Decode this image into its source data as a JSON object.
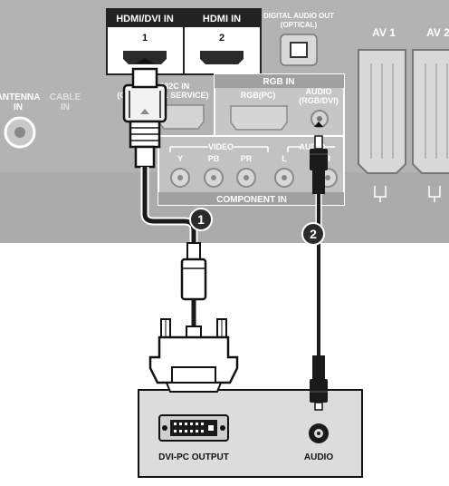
{
  "tv_panel": {
    "hdmi_dvi_in": {
      "label": "HDMI/DVI IN",
      "number": "1"
    },
    "hdmi_in": {
      "label": "HDMI IN",
      "number": "2"
    },
    "digital_audio_out": {
      "label_line1": "DIGITAL AUDIO OUT",
      "label_line2": "(OPTICAL)"
    },
    "av1": {
      "label": "AV 1"
    },
    "av2": {
      "label": "AV 2"
    },
    "antenna_in": {
      "label_line1": "ANTENNA",
      "label_line2": "IN"
    },
    "cable_in": {
      "label_line1": "CABLE",
      "label_line2": "IN"
    },
    "rs232c": {
      "label_line1": "RS-232C IN",
      "label_line2": "(CONTROL & SERVICE)"
    },
    "rgb_in": {
      "label": "RGB IN",
      "rgb_pc": "RGB(PC)",
      "audio_line1": "AUDIO",
      "audio_line2": "(RGB/DVI)"
    },
    "component_in": {
      "label": "COMPONENT IN",
      "video_label": "VIDEO",
      "audio_label": "AUDIO",
      "video_ports": [
        "Y",
        "PB",
        "PR"
      ],
      "audio_ports": [
        "L",
        "R"
      ]
    }
  },
  "steps": {
    "step1": "1",
    "step2": "2"
  },
  "external_device": {
    "dvi_pc_output": "DVI-PC OUTPUT",
    "audio": "AUDIO"
  },
  "colors": {
    "panel": "#b5b5b5",
    "panel_dark": "#8a8a8a",
    "box": "#dcdcdc",
    "cable": "#1a1a1a",
    "badge": "#2a2a2a"
  }
}
